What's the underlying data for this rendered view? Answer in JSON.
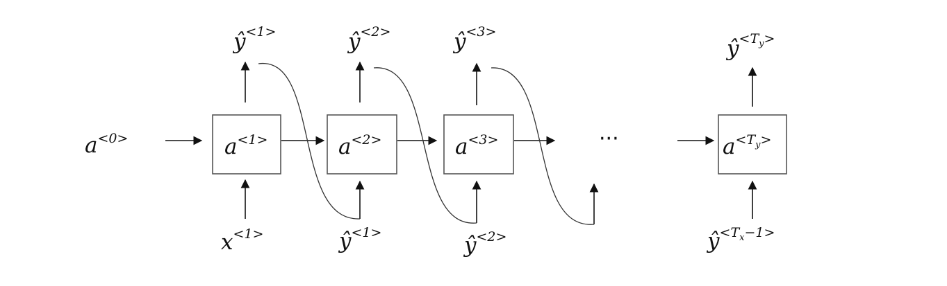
{
  "diagram": {
    "initial_activation": {
      "base": "a",
      "sup": "<0>"
    },
    "cells": [
      {
        "base": "a",
        "sup": "<1>"
      },
      {
        "base": "a",
        "sup": "<2>"
      },
      {
        "base": "a",
        "sup": "<3>"
      },
      {
        "base": "a",
        "sup_open": "<",
        "sup_var": "T",
        "sup_sub": "y",
        "sup_close": ">"
      }
    ],
    "outputs": [
      {
        "base": "ŷ",
        "sup": "<1>"
      },
      {
        "base": "ŷ",
        "sup": "<2>"
      },
      {
        "base": "ŷ",
        "sup": "<3>"
      },
      {
        "base": "ŷ",
        "sup_open": "<",
        "sup_var": "T",
        "sup_sub": "y",
        "sup_close": ">"
      }
    ],
    "inputs": [
      {
        "base": "x",
        "sup": "<1>"
      },
      {
        "base": "ŷ",
        "sup": "<1>"
      },
      {
        "base": "ŷ",
        "sup": "<2>"
      },
      {
        "base": "ŷ",
        "sup_open": "<",
        "sup_var": "T",
        "sup_sub": "x",
        "sup_close": "−1>"
      }
    ],
    "ellipsis": "···"
  }
}
